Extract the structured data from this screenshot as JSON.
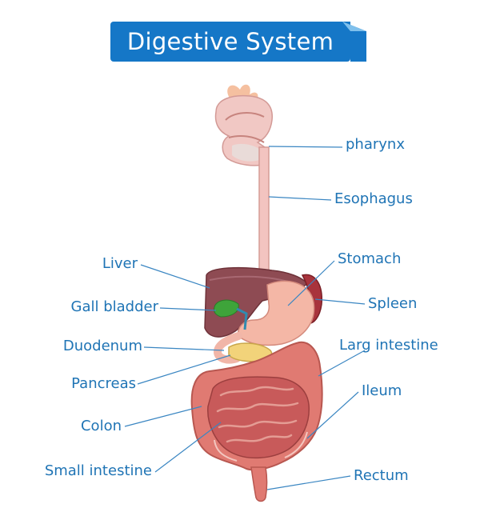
{
  "title": "Digestive System",
  "colors": {
    "banner": "#1577c7",
    "banner_fold": "#7fc0ec",
    "label": "#1f74b5",
    "leader_line": "#3a86c2",
    "organ_skin": "#f2b8b2",
    "liver": "#8e4b53",
    "gall_bladder": "#3ea43a",
    "stomach": "#f4b7a6",
    "spleen": "#a8333c",
    "pancreas": "#f2d37a",
    "intestine": "#e07a72"
  },
  "labels": {
    "pharynx": "pharynx",
    "esophagus": "Esophagus",
    "liver": "Liver",
    "stomach": "Stomach",
    "gall_bladder": "Gall bladder",
    "spleen": "Spleen",
    "duodenum": "Duodenum",
    "larg_intestine": "Larg intestine",
    "pancreas": "Pancreas",
    "ileum": "Ileum",
    "colon": "Colon",
    "small_intestine": "Small intestine",
    "rectum": "Rectum"
  }
}
